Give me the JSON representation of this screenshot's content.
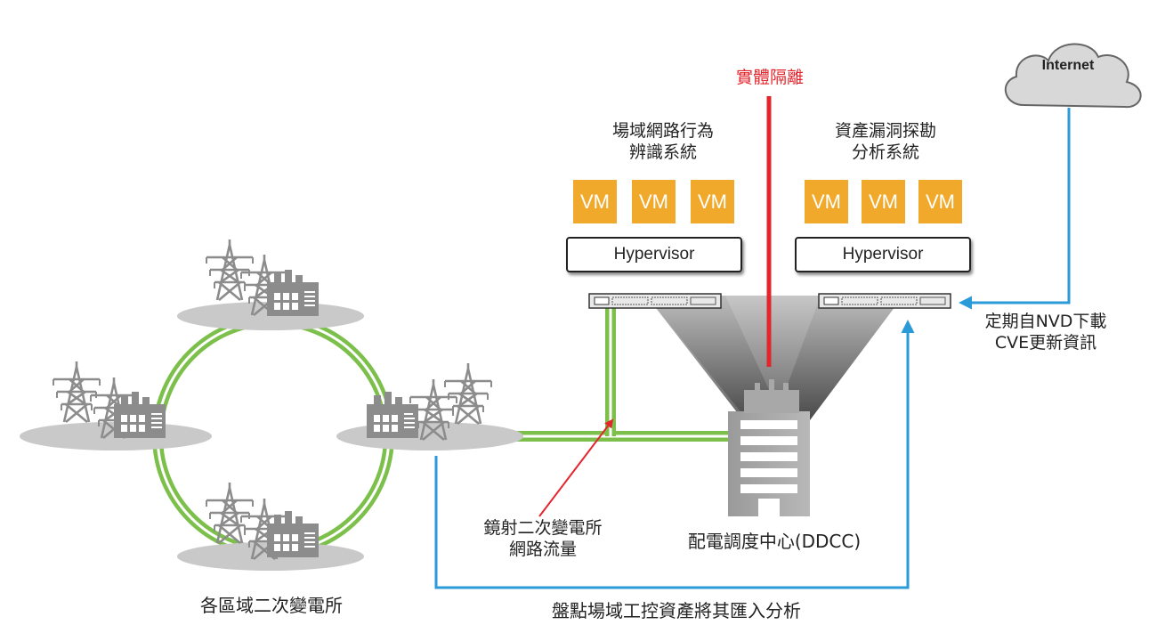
{
  "labels": {
    "physical_isolation": "實體隔離",
    "behavior_system_line1": "場域網路行為",
    "behavior_system_line2": "辨識系統",
    "vuln_system_line1": "資產漏洞探勘",
    "vuln_system_line2": "分析系統",
    "internet": "Internet",
    "nvd_line1": "定期自NVD下載",
    "nvd_line2": "CVE更新資訊",
    "mirror_line1": "鏡射二次變電所",
    "mirror_line2": "網路流量",
    "ddcc": "配電調度中心(DDCC)",
    "substations": "各區域二次變電所",
    "inventory": "盤點場域工控資產將其匯入分析"
  },
  "vm_label": "VM",
  "hypervisor_label": "Hypervisor",
  "colors": {
    "isolation_red": "#e3262d",
    "link_blue": "#2a9ad8",
    "ring_green": "#7cc04b",
    "vm_orange": "#f0a92a",
    "tower_gray": "#8c8c8c"
  }
}
